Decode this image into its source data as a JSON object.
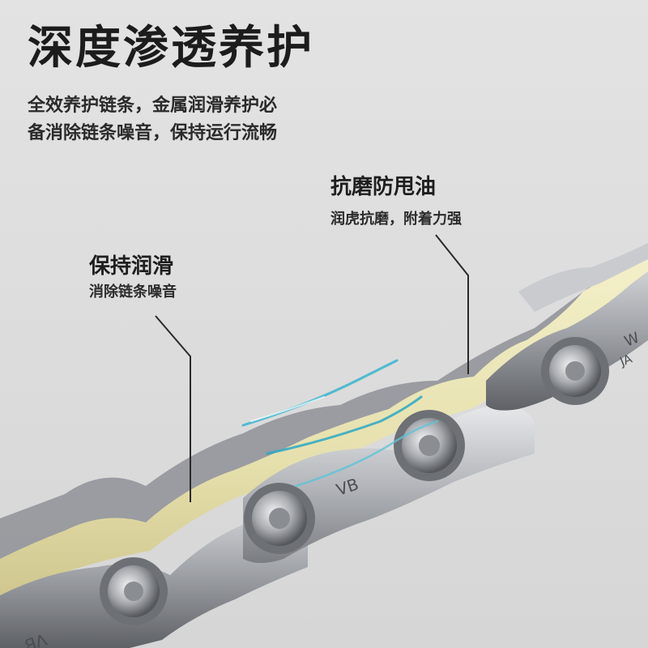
{
  "headline": "深度渗透养护",
  "intro": {
    "line1": "全效养护链条，金属润滑养护必",
    "line2": "备消除链条噪音，保持运行流畅"
  },
  "callouts": {
    "anti_wear": {
      "title": "抗磨防甩油",
      "subtitle": "润虎抗磨，附着力强"
    },
    "lubrication": {
      "title": "保持润滑",
      "subtitle": "消除链条噪音"
    }
  },
  "chain_markings": [
    "VB",
    "VB",
    "W",
    "JA"
  ],
  "colors": {
    "background": "#dedede",
    "text": "#1c1c1c",
    "oil": "#e9e4b8",
    "steel_light": "#d8dadd",
    "steel_dark": "#6a6d72",
    "accent_teal": "#2aa8c4"
  }
}
